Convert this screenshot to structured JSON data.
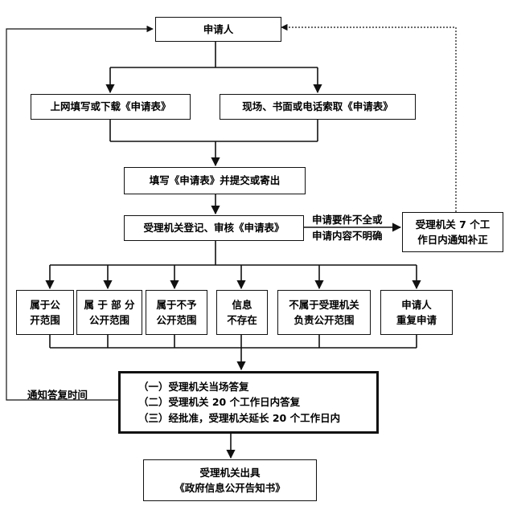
{
  "applicant": "申请人",
  "online_form": "上网填写或下载《申请表》",
  "onsite_form": "现场、书面或电话索取《申请表》",
  "submit": "填写《申请表》并提交或寄出",
  "register": "受理机关登记、审核《申请表》",
  "incomplete_note": [
    "申请要件不全或",
    "申请内容不明确"
  ],
  "supplement": [
    "受理机关 7 个工",
    "作日内通知补正"
  ],
  "categories": [
    [
      "属于公",
      "开范围"
    ],
    [
      "属 于 部 分",
      "公开范围"
    ],
    [
      "属于不予",
      "公开范围"
    ],
    [
      "信息",
      "不存在"
    ],
    [
      "不属于受理机关",
      "负责公开范围"
    ],
    [
      "申请人",
      "重复申请"
    ]
  ],
  "reply_options": [
    "（一）受理机关当场答复",
    "（二）受理机关 20 个工作日内答复",
    "（三）经批准，受理机关延长 20 个工作日内"
  ],
  "notify_time": "通知答复时间",
  "issue": [
    "受理机关出具",
    "《政府信息公开告知书》"
  ]
}
